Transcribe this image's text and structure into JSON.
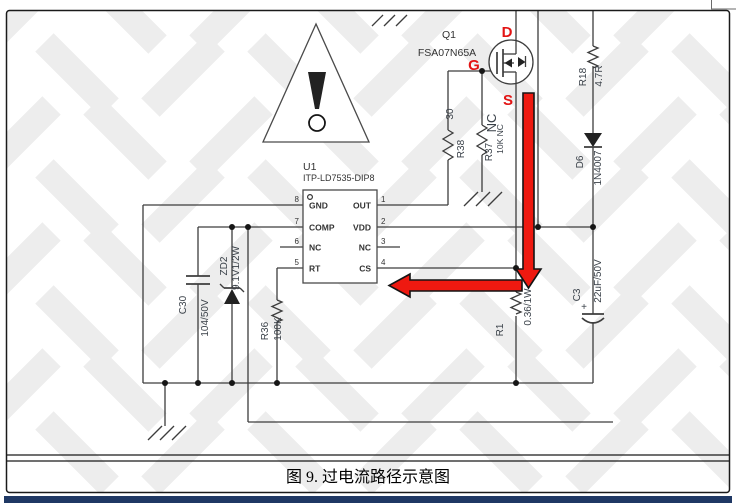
{
  "caption": {
    "text": "图 9. 过电流路径示意图"
  },
  "colors": {
    "wire": "#3d3d3d",
    "label": "#3a4149",
    "arrow_red": "#ee1910",
    "terminal_red": "#e31414",
    "footer_navy": "#1f3864",
    "watermark": "#ededed"
  },
  "schematic": {
    "q1": {
      "ref": "Q1",
      "part": "FSA07N65A",
      "d": "D",
      "g": "G",
      "s": "S"
    },
    "u1": {
      "ref": "U1",
      "part": "ITP-LD7535-DIP8"
    },
    "pins_left": [
      {
        "num": "8",
        "name": "GND"
      },
      {
        "num": "7",
        "name": "COMP"
      },
      {
        "num": "6",
        "name": "NC"
      },
      {
        "num": "5",
        "name": "RT"
      }
    ],
    "pins_right": [
      {
        "num": "1",
        "name": "OUT"
      },
      {
        "num": "2",
        "name": "VDD"
      },
      {
        "num": "3",
        "name": "NC"
      },
      {
        "num": "4",
        "name": "CS"
      }
    ],
    "r38": {
      "ref": "R38",
      "value": "30"
    },
    "r37": {
      "ref": "R37",
      "value": "10K NC",
      "flag": "NC"
    },
    "r18": {
      "ref": "R18",
      "value": "4.7R"
    },
    "d6": {
      "ref": "D6",
      "value": "1N4007"
    },
    "c3": {
      "ref": "C3",
      "value": "22uF/50V",
      "polarity": "+"
    },
    "r1": {
      "ref": "R1",
      "value": "0.36/1W"
    },
    "c30": {
      "ref": "C30",
      "value": "104/50V"
    },
    "zd2": {
      "ref": "ZD2",
      "value": "9.1V1/2W"
    },
    "r36": {
      "ref": "R36",
      "value": "100K"
    }
  }
}
